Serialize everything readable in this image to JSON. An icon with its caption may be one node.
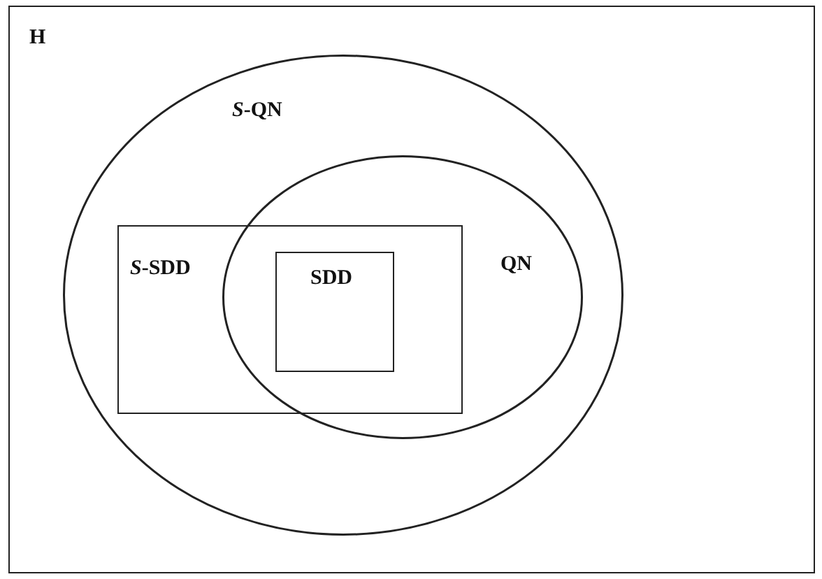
{
  "diagram": {
    "nodes": [
      {
        "text": [
          "H"
        ]
      },
      {
        "text": [
          "*S*-QN"
        ],
        "in": 0
      },
      {
        "text": [
          "*S*-SDD"
        ],
        "in": 1
      },
      {
        "text": [
          "QN"
        ],
        "in": 1
      },
      {
        "text": [
          "SDD"
        ]
      }
    ]
  }
}
